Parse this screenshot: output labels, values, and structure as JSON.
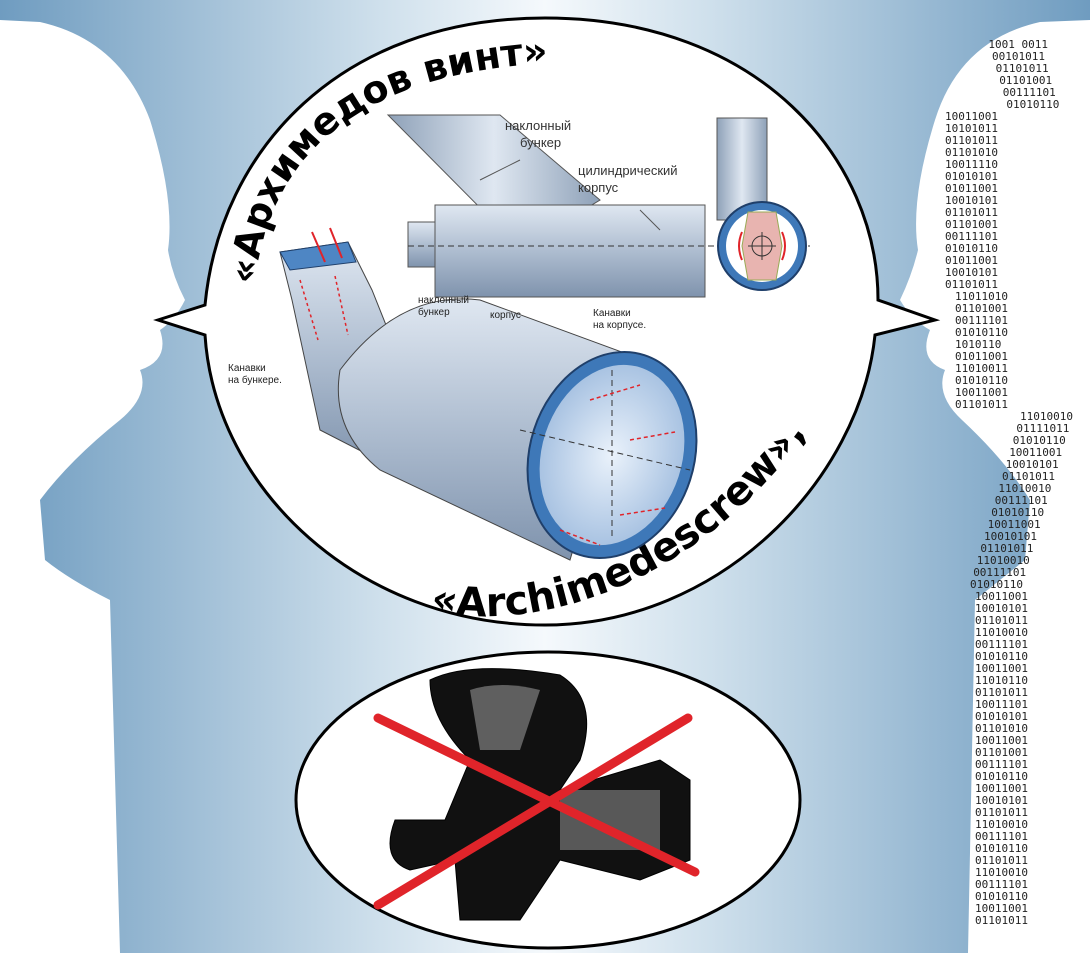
{
  "title_ru": "«Архимедов винт»",
  "title_en": "«Archimedescrew»,",
  "labels": {
    "inclined_hopper_top": [
      "наклонный",
      "бункер"
    ],
    "cylindrical_body": [
      "цилиндрический",
      "корпус"
    ],
    "inclined_hopper_mid": [
      "наклонный",
      "бункер"
    ],
    "body": "корпус",
    "grooves_body": [
      "Канавки",
      "на корпусе."
    ],
    "grooves_hopper": [
      "Канавки",
      "на бункере."
    ]
  },
  "binary_rows": [
    "1001 0011",
    "00101011",
    "01101011",
    "01101001",
    "00111101",
    "01010110",
    "10011001",
    "10101011",
    "01101011",
    "01101010",
    "10011110",
    "01010101",
    "01011001",
    "10010101",
    "01101011",
    "01101001",
    "00111101",
    "01010110",
    "01011001",
    "10010101",
    "01101011",
    "11011010",
    "01101001",
    "00111101",
    "01010110",
    "1010110",
    "01011001",
    "11010011",
    "01010110",
    "10011001",
    "01101011",
    "11010010",
    "01111011",
    "01010110",
    "10011001",
    "10010101",
    "01101011",
    "11010010",
    "00111101",
    "01010110",
    "10011001",
    "10010101",
    "01101011",
    "11010010",
    "00111101",
    "01010110",
    "10011001",
    "10010101",
    "01101011",
    "11010010",
    "00111101",
    "01010110",
    "10011001",
    "11010110",
    "01101011",
    "10011101",
    "01010101",
    "01101010",
    "10011001",
    "01101001",
    "00111101",
    "01010110",
    "10011001",
    "10010101",
    "01101011",
    "11010010",
    "00111101",
    "01010110",
    "01101011",
    "11010010",
    "00111101",
    "01010110",
    "10011001",
    "01101011"
  ],
  "colors": {
    "silhouette_dark": "#5f8fb3",
    "silhouette_light": "#d7e6f0",
    "body_steel": "#aab8cb",
    "ring_blue": "#3e78b8",
    "cross_red": "#e0242a"
  }
}
